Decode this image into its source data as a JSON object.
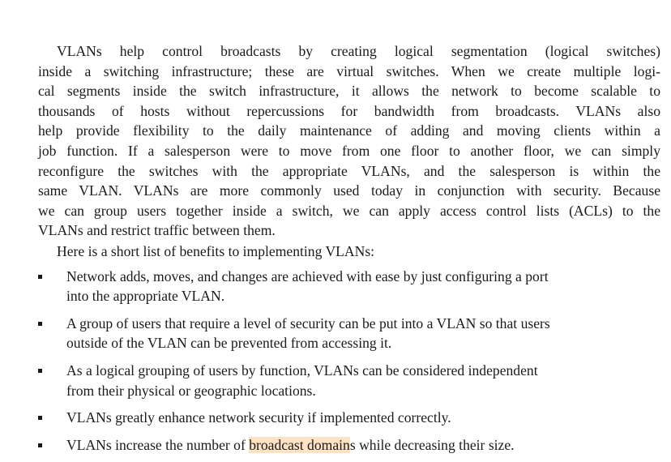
{
  "paragraph": {
    "lines": [
      "VLANs help control broadcasts by creating logical segmentation (logical switches)",
      "inside a switching infrastructure; these are virtual switches. When we create multiple logi-",
      "cal segments inside the switch infrastructure, it allows the network to become scalable to",
      "thousands of hosts without repercussions for bandwidth from broadcasts. VLANs also",
      "help provide flexibility to the daily maintenance of adding and moving clients within a",
      "job function. If a salesperson were to move from one floor to another floor, we can simply",
      "reconfigure the switches with the appropriate VLANs, and the salesperson is within the",
      "same VLAN. VLANs are more commonly used today in conjunction with security. Because",
      "we can group users together inside a switch, we can apply access control lists (ACLs) to the",
      "VLANs and restrict traffic between them."
    ]
  },
  "intro": "Here is a short list of benefits to implementing VLANs:",
  "benefits": [
    {
      "lines": [
        "Network adds, moves, and changes are achieved with ease by just configuring a port",
        "into the appropriate VLAN."
      ]
    },
    {
      "lines": [
        "A group of users that require a level of security can be put into a VLAN so that users",
        "outside of the VLAN can be prevented from accessing it."
      ]
    },
    {
      "lines": [
        "As a logical grouping of users by function, VLANs can be considered independent",
        "from their physical or geographic locations."
      ]
    },
    {
      "lines": [
        "VLANs greatly enhance network security if implemented correctly."
      ]
    },
    {
      "pre": "VLANs increase the number of ",
      "highlight": "broadcast domain",
      "post": "s while decreasing their size."
    }
  ],
  "colors": {
    "text": "#1a1a1a",
    "highlight": "#fde3c4"
  }
}
